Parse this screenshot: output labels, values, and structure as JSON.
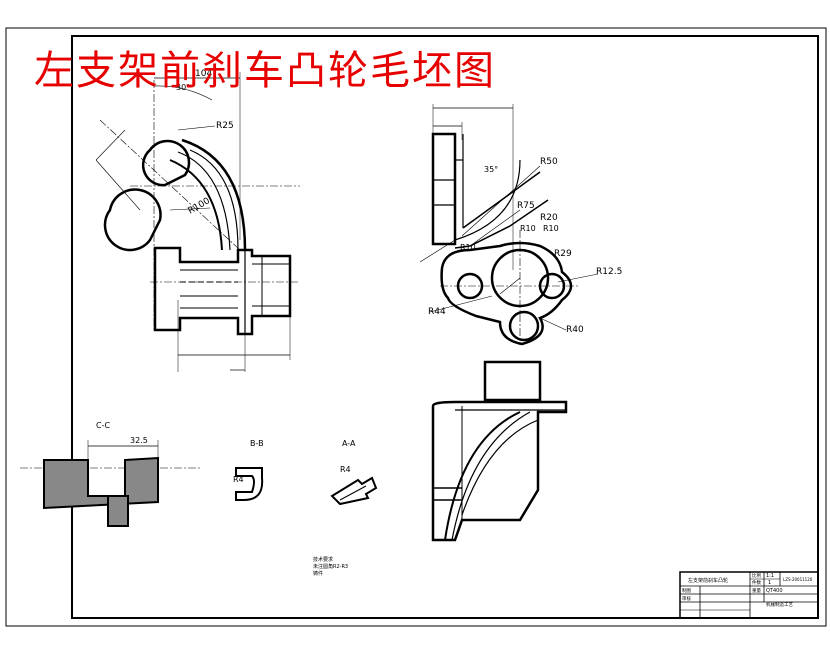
{
  "title": "左支架前刹车凸轮毛坯图",
  "dims": {
    "d104": "104",
    "a30": "30°",
    "r25": "R25",
    "r100": "R100",
    "r50": "R50",
    "r75": "R75",
    "r20": "R20",
    "r10a": "R10",
    "r10b": "R10",
    "r10c": "R10",
    "r29": "R29",
    "r125": "R12.5",
    "r44": "R44",
    "r40": "R40",
    "a35": "35°",
    "d325": "32.5",
    "r4a": "R4",
    "r4b": "R4"
  },
  "sections": {
    "cc": "C-C",
    "bb": "B-B",
    "aa": "A-A"
  },
  "notes": [
    "技术要求",
    "未注圆角R2-R3",
    "铸件"
  ],
  "titleblock": {
    "name": "左支架前刹车凸轮",
    "scale_label": "比例",
    "scale": "1:1",
    "qty_label": "件数",
    "qty": "1",
    "code": "LZS-20011120",
    "weight_label": "重量",
    "material": "QT400",
    "drawn": "制图",
    "checked": "审核",
    "org": "机械制造工艺"
  }
}
